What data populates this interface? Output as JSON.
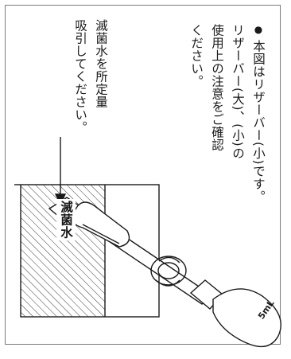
{
  "note": {
    "lines": [
      "本図はリザーバー(小)です。",
      "リザーバー(大)、(小)の",
      "使用上の注意をご確認",
      "ください。"
    ]
  },
  "instruction": {
    "lines": [
      "滅菌水を所定量",
      "吸引してください。"
    ]
  },
  "water_label": "滅菌水",
  "bulb_label": "5mL",
  "colors": {
    "line": "#1a1a1a",
    "frame": "#7a7a7a",
    "hatch": "#3a3a3a"
  }
}
